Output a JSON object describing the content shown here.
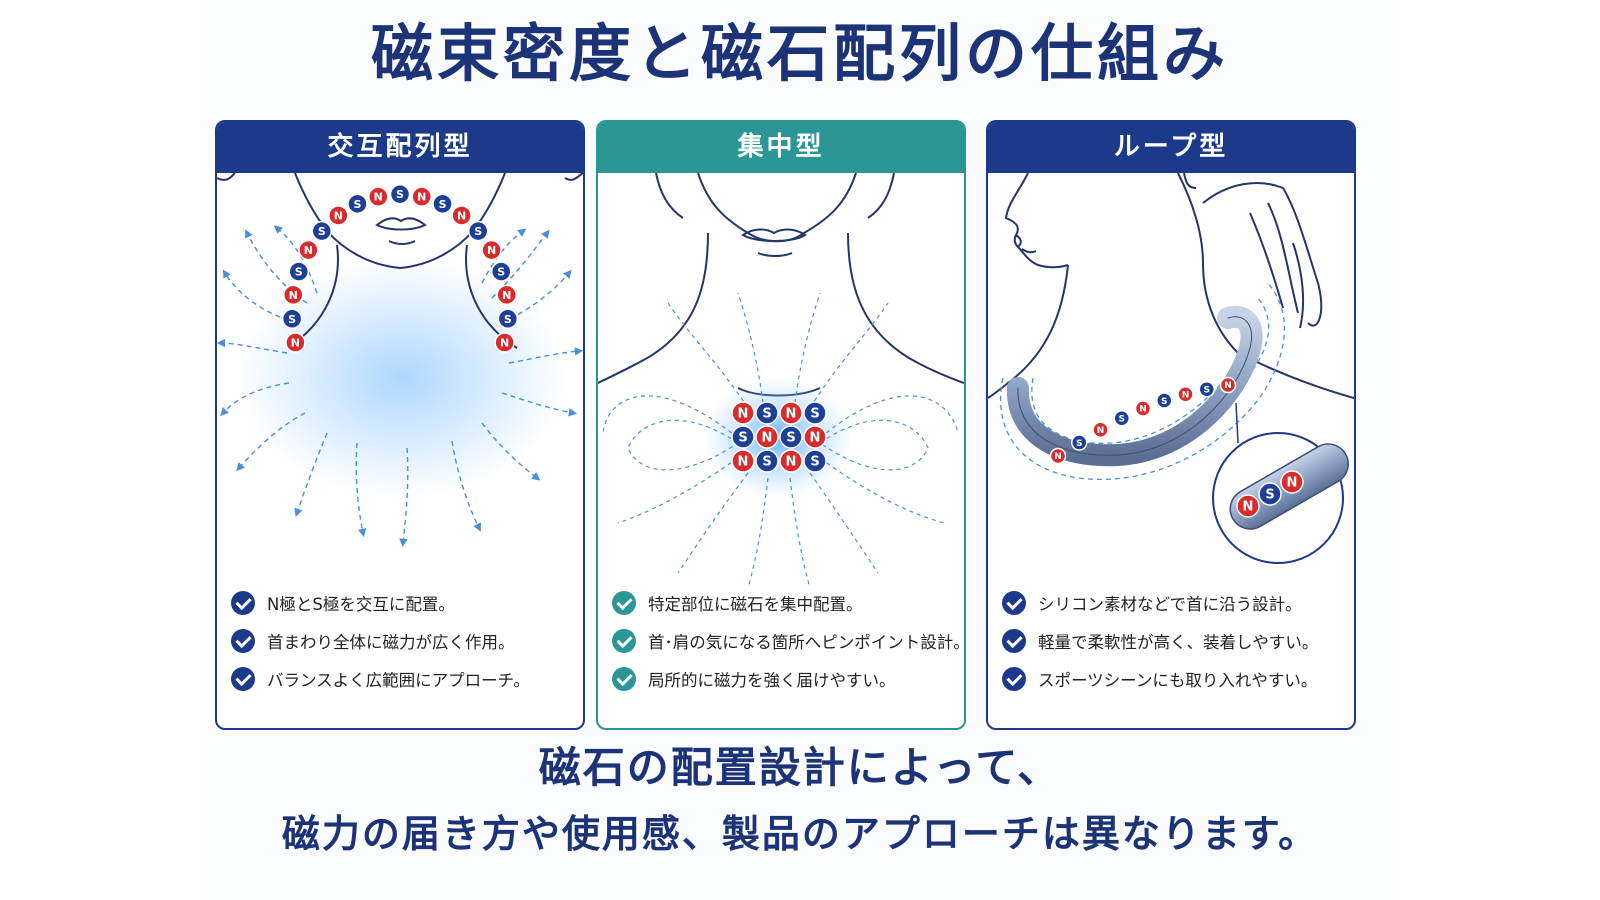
{
  "title": "磁束密度と磁石配列の仕組み",
  "panels": [
    {
      "header": "交互配列型",
      "bullets": [
        "N極とS極を交互に配置。",
        "首まわり全体に磁力が広く作用。",
        "バランスよく広範囲にアプローチ。"
      ],
      "magnets": [
        "N",
        "S",
        "N",
        "S",
        "N",
        "S",
        "N",
        "S",
        "N",
        "S",
        "N",
        "S",
        "N",
        "S",
        "N",
        "S",
        "N",
        "S",
        "N"
      ]
    },
    {
      "header": "集中型",
      "bullets": [
        "特定部位に磁石を集中配置。",
        "首･肩の気になる箇所へピンポイント設計。",
        "局所的に磁力を強く届けやすい。"
      ],
      "magnets": [
        [
          "N",
          "S",
          "N",
          "S"
        ],
        [
          "S",
          "N",
          "S",
          "N"
        ],
        [
          "N",
          "S",
          "N",
          "S"
        ]
      ]
    },
    {
      "header": "ループ型",
      "bullets": [
        "シリコン素材などで首に沿う設計。",
        "軽量で柔軟性が高く、装着しやすい。",
        "スポーツシーンにも取り入れやすい。"
      ],
      "magnets": [
        "N",
        "S",
        "N",
        "S",
        "N",
        "S",
        "N",
        "S",
        "N"
      ],
      "inset_magnets": [
        "N",
        "S",
        "N"
      ]
    }
  ],
  "footer": {
    "line1": "磁石の配置設計によって、",
    "line2": "磁力の届き方や使用感、製品のアプローチは異なります。"
  },
  "colors": {
    "navy": "#1d3a8a",
    "teal": "#2a9696",
    "north": "#d92b2b",
    "south": "#1e3f96",
    "field": "#4a90d9"
  }
}
